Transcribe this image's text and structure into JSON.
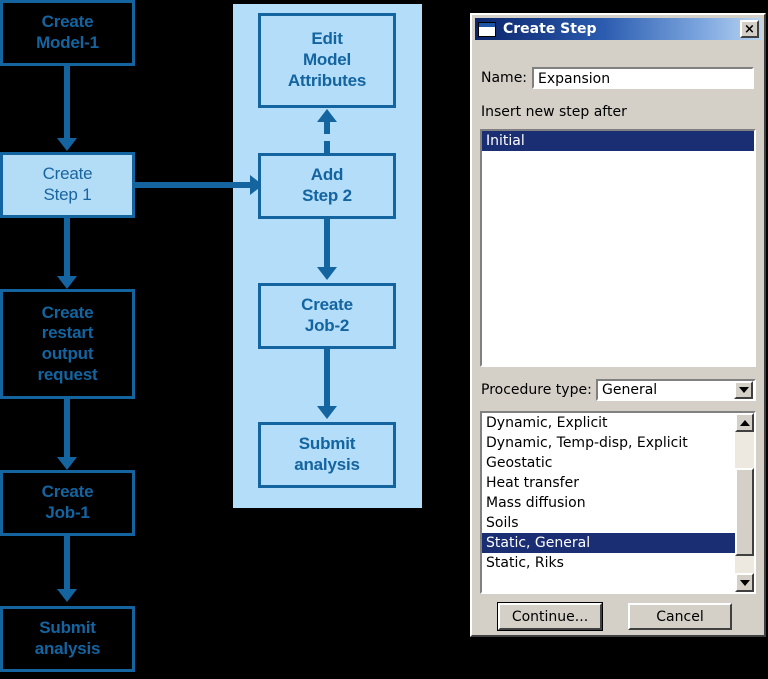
{
  "flowchart": {
    "left_column": [
      {
        "id": "create-model-1",
        "lines": [
          "Create",
          "Model-1"
        ],
        "highlighted": false
      },
      {
        "id": "create-step-1",
        "lines": [
          "Create",
          "Step 1"
        ],
        "highlighted": true
      },
      {
        "id": "create-restart-output-request",
        "lines": [
          "Create",
          "restart",
          "output",
          "request"
        ],
        "highlighted": false
      },
      {
        "id": "create-job-1",
        "lines": [
          "Create",
          "Job-1"
        ],
        "highlighted": false
      },
      {
        "id": "submit-analysis-1",
        "lines": [
          "Submit",
          "analysis"
        ],
        "highlighted": false
      }
    ],
    "panel_column": [
      {
        "id": "edit-model-attributes",
        "lines": [
          "Edit",
          "Model",
          "Attributes"
        ]
      },
      {
        "id": "add-step-2",
        "lines": [
          "Add",
          "Step 2"
        ]
      },
      {
        "id": "create-job-2",
        "lines": [
          "Create",
          "Job-2"
        ]
      },
      {
        "id": "submit-analysis-2",
        "lines": [
          "Submit",
          "analysis"
        ]
      }
    ],
    "colors": {
      "line": "#1464a0",
      "panel_background": "#b3ddf9",
      "highlight_fill": "#b3dcf7",
      "page_background": "#000000"
    }
  },
  "dialog": {
    "title": "Create Step",
    "title_icon": "window-icon",
    "close_label": "×",
    "name_label": "Name:",
    "name_value": "Expansion",
    "insert_label": "Insert new step after",
    "step_list": [
      {
        "label": "Initial",
        "selected": true
      }
    ],
    "procedure_label": "Procedure type:",
    "procedure_value": "General",
    "procedure_list": [
      {
        "label": "Dynamic, Explicit",
        "selected": false
      },
      {
        "label": "Dynamic, Temp-disp, Explicit",
        "selected": false
      },
      {
        "label": "Geostatic",
        "selected": false
      },
      {
        "label": "Heat transfer",
        "selected": false
      },
      {
        "label": "Mass diffusion",
        "selected": false
      },
      {
        "label": "Soils",
        "selected": false
      },
      {
        "label": "Static, General",
        "selected": true
      },
      {
        "label": "Static, Riks",
        "selected": false
      }
    ],
    "continue_label": "Continue...",
    "cancel_label": "Cancel",
    "colors": {
      "face": "#d4d0c8",
      "titlebar_start": "#0a246a",
      "titlebar_end": "#b9d4f2",
      "selection": "#1a2e73"
    }
  }
}
